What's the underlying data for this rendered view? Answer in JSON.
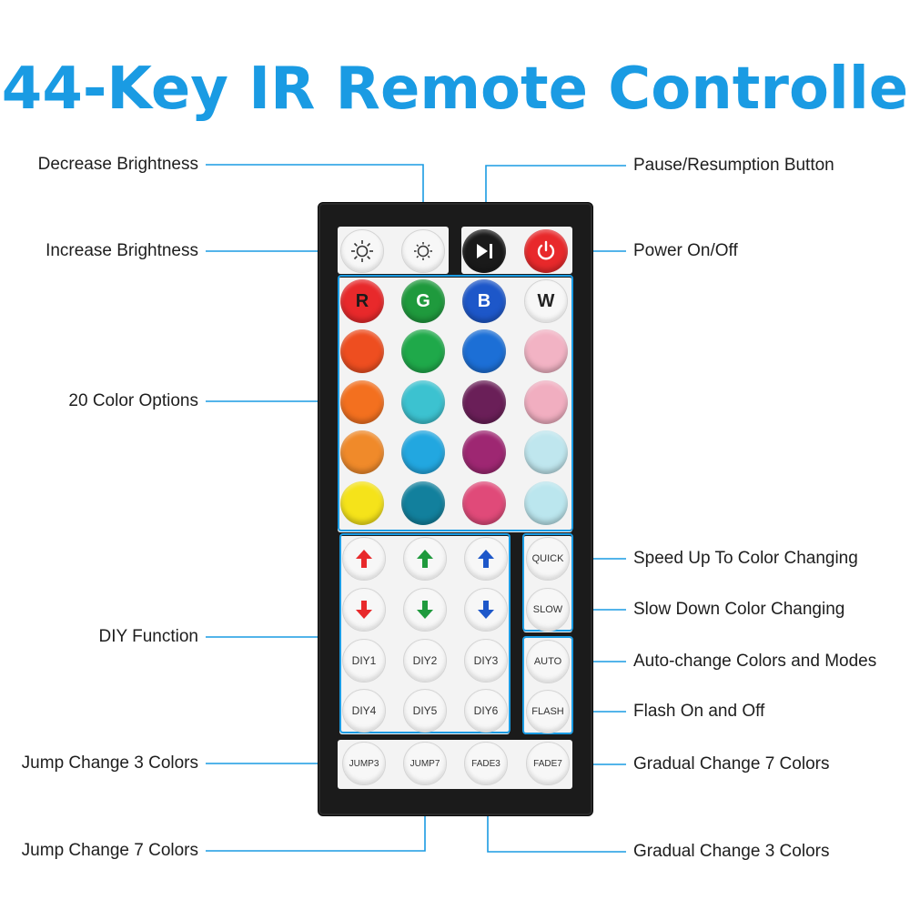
{
  "title": "44-Key IR Remote Controlle",
  "labels": {
    "decrease_brightness": "Decrease Brightness",
    "increase_brightness": "Increase Brightness",
    "pause_resumption": "Pause/Resumption Button",
    "power": "Power On/Off",
    "color_options": "20 Color Options",
    "speed_up": "Speed Up To Color Changing",
    "slow_down": "Slow Down Color Changing",
    "diy_function": "DIY Function",
    "auto_change": "Auto-change Colors and Modes",
    "flash": "Flash On and Off",
    "jump3": "Jump Change 3 Colors",
    "fade7_desc": "Gradual Change 7 Colors",
    "jump7": "Jump Change 7 Colors",
    "fade3_desc": "Gradual Change 3 Colors"
  },
  "buttons": {
    "r": "R",
    "g": "G",
    "b": "B",
    "w": "W",
    "quick": "QUICK",
    "slow": "SLOW",
    "auto": "AUTO",
    "flash": "FLASH",
    "diy1": "DIY1",
    "diy2": "DIY2",
    "diy3": "DIY3",
    "diy4": "DIY4",
    "diy5": "DIY5",
    "diy6": "DIY6",
    "jump3": "JUMP3",
    "jump7": "JUMP7",
    "fade3": "FADE3",
    "fade7": "FADE7"
  },
  "icons": {
    "increase": "sun-outline-icon",
    "decrease": "sun-small-icon",
    "play_pause": "play-pause-icon",
    "power": "power-icon",
    "arrow_up": "arrow-up-icon",
    "arrow_down": "arrow-down-icon"
  },
  "colors": {
    "accent": "#1a9be3",
    "red": "#e8292b",
    "green": "#1f9a3d",
    "blue": "#1d57c9",
    "white": "#f7f7f7",
    "grid": [
      [
        "#ee4e20",
        "#1fa94a",
        "#1c6fd6",
        "#f2b3c4"
      ],
      [
        "#f3701f",
        "#3cc2d0",
        "#6a1f58",
        "#f1aec0"
      ],
      [
        "#f08a2a",
        "#22a7e0",
        "#9e2772",
        "#bfe6ee"
      ],
      [
        "#f5e31a",
        "#12809d",
        "#e04a79",
        "#bbe6ee"
      ]
    ]
  }
}
